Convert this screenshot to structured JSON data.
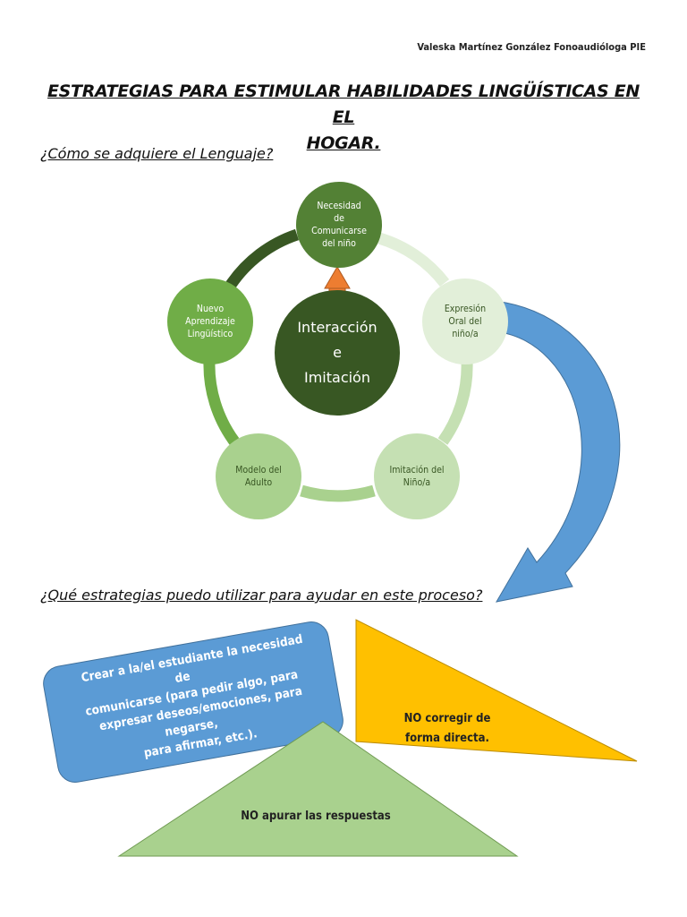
{
  "header": {
    "author": "Valeska Martínez González Fonoaudióloga PIE"
  },
  "title": {
    "line1": "ESTRATEGIAS PARA ESTIMULAR HABILIDADES LINGÜÍSTICAS EN EL",
    "line2": "HOGAR."
  },
  "section1": {
    "heading": "¿Cómo se adquiere el Lenguaje?"
  },
  "cycle": {
    "center": {
      "line1": "Interacción",
      "line2": "e",
      "line3": "Imitación"
    },
    "nodes": [
      {
        "lines": [
          "Necesidad",
          "de",
          "Comunicarse",
          "del niño"
        ]
      },
      {
        "lines": [
          "Expresión",
          "Oral del",
          "niño/a"
        ]
      },
      {
        "lines": [
          "Imitación del",
          "Niño/a"
        ]
      },
      {
        "lines": [
          "Modelo del",
          "Adulto"
        ]
      },
      {
        "lines": [
          "Nuevo",
          "Aprendizaje",
          "Lingüístico"
        ]
      }
    ]
  },
  "section2": {
    "heading": "¿Qué estrategias puedo utilizar para ayudar en este proceso?"
  },
  "strategies": {
    "blue": {
      "line1": "Crear a la/el estudiante la necesidad de",
      "line2": "comunicarse (para pedir algo, para",
      "line3": "expresar deseos/emociones, para negarse,",
      "line4": "para afirmar, etc.)."
    },
    "yellow": {
      "line1": "NO corregir de",
      "line2": "forma directa."
    },
    "green": {
      "text": "NO apurar las respuestas"
    }
  },
  "colors": {
    "dark_green": "#385723",
    "mid_green": "#538135",
    "light_green": "#a9d18e",
    "blue": "#5b9bd5",
    "yellow": "#ffc000",
    "orange": "#ed7d31"
  }
}
